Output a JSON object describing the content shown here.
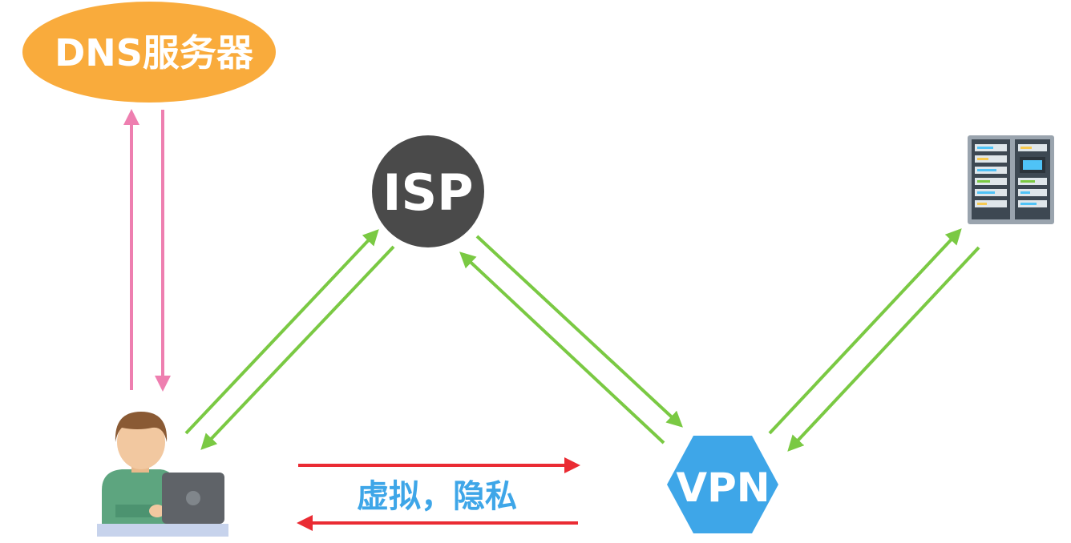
{
  "nodes": {
    "dns": {
      "label": "DNS服务器"
    },
    "isp": {
      "label": "ISP"
    },
    "vpn": {
      "label": "VPN"
    }
  },
  "caption": {
    "text": "虚拟，隐私"
  },
  "colors": {
    "dns_fill": "#f9ab3c",
    "isp_fill": "#4a4a4a",
    "vpn_fill": "#3ea6e8",
    "link_green": "#7ac943",
    "link_pink": "#ee7fb0",
    "link_red": "#ea2b33",
    "caption_blue": "#3ea6e8"
  },
  "icons": {
    "user": "user-with-laptop-icon",
    "server": "server-rack-icon"
  }
}
